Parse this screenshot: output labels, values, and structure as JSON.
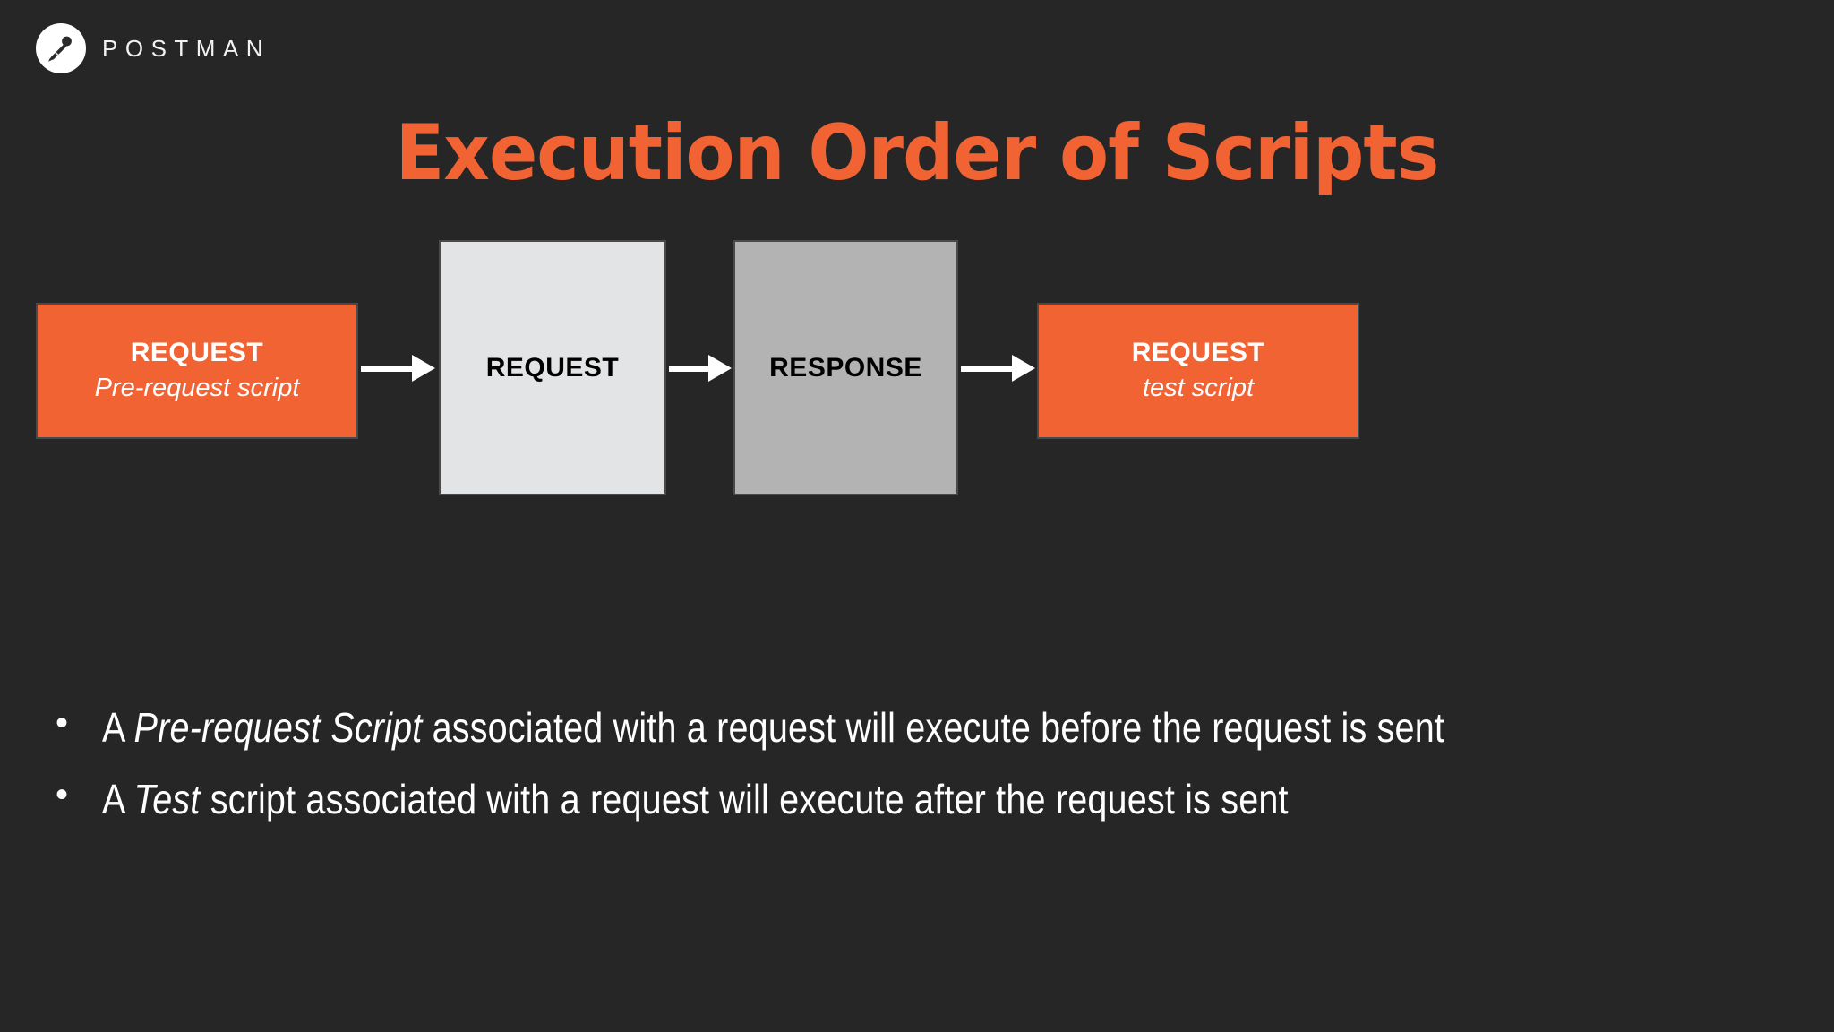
{
  "theme": {
    "background": "#262626",
    "accent_orange": "#f26334",
    "text_white": "#ffffff",
    "box_light_gray": "#e3e4e5",
    "box_mid_gray": "#b3b3b3"
  },
  "brand": {
    "wordmark": "POSTMAN",
    "logo_icon": "postman-astronaut-icon"
  },
  "title": "Execution Order of Scripts",
  "diagram": {
    "type": "flow",
    "boxes": [
      {
        "id": "pre-request",
        "title": "REQUEST",
        "subtitle": "Pre-request script",
        "fill": "#f26334",
        "text_color": "#ffffff"
      },
      {
        "id": "request",
        "title": "REQUEST",
        "subtitle": "",
        "fill": "#e3e4e5",
        "text_color": "#000000"
      },
      {
        "id": "response",
        "title": "RESPONSE",
        "subtitle": "",
        "fill": "#b3b3b3",
        "text_color": "#000000"
      },
      {
        "id": "test-script",
        "title": "REQUEST",
        "subtitle": "test script",
        "fill": "#f26334",
        "text_color": "#ffffff"
      }
    ],
    "arrows": [
      {
        "id": "arrow-1",
        "from": "pre-request",
        "to": "request"
      },
      {
        "id": "arrow-2",
        "from": "request",
        "to": "response"
      },
      {
        "id": "arrow-3",
        "from": "response",
        "to": "test-script"
      }
    ]
  },
  "bullets": [
    {
      "marker": "•",
      "parts": [
        {
          "text": "A ",
          "italic": false
        },
        {
          "text": "Pre-request Script",
          "italic": true
        },
        {
          "text": " associated with a request will execute before the request is sent",
          "italic": false
        }
      ]
    },
    {
      "marker": "•",
      "parts": [
        {
          "text": "A ",
          "italic": false
        },
        {
          "text": "Test",
          "italic": true
        },
        {
          "text": " script associated with a request will execute after the request is sent",
          "italic": false
        }
      ]
    }
  ]
}
